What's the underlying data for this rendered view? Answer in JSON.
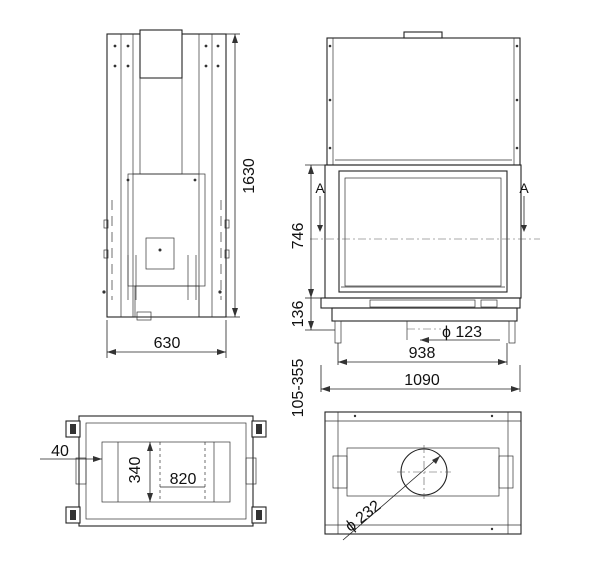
{
  "dimensions": {
    "height_total": "1630",
    "width_side": "630",
    "height_opening": "746",
    "height_base": "136",
    "leg_range": "105-355",
    "flue_diameter_front": "ϕ 123",
    "width_inner": "938",
    "width_total": "1090",
    "top_40": "40",
    "top_340": "340",
    "top_820": "820",
    "flue_diameter_top": "ϕ 232"
  },
  "section_markers": {
    "left": "A",
    "right": "A"
  }
}
